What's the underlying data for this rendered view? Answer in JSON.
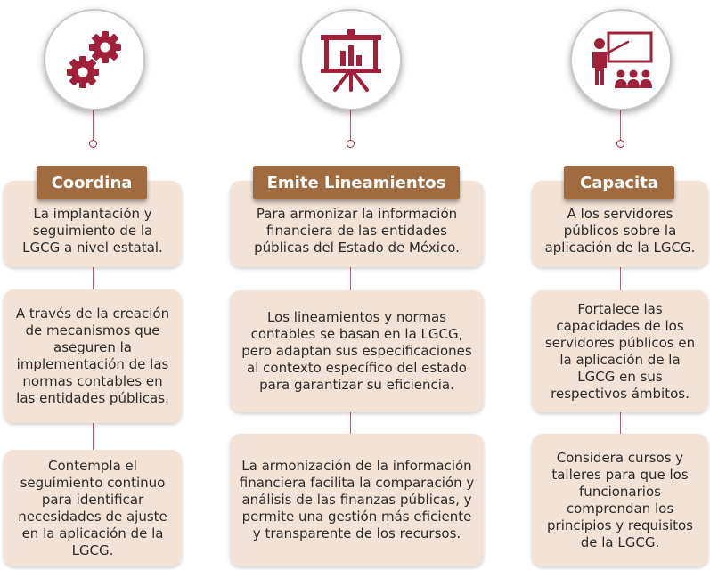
{
  "columns": [
    {
      "title": "Coordina",
      "icon": "gears-icon",
      "boxes": [
        "La implantación y seguimiento de la LGCG a nivel estatal.",
        "A través de la creación de mecanismos que aseguren la implementación de las normas contables en las entidades públicas.",
        "Contempla el seguimiento continuo para identificar necesidades de ajuste en la aplicación de la LGCG."
      ]
    },
    {
      "title": "Emite Lineamientos",
      "icon": "presentation-board-icon",
      "boxes": [
        "Para armonizar la información financiera de las entidades públicas del Estado de México.",
        "Los lineamientos y normas contables se basan en la LGCG, pero adaptan sus especificaciones al contexto específico del estado para garantizar su eficiencia.",
        "La armonización de la información financiera facilita la comparación y análisis de las finanzas públicas, y permite una gestión más eficiente y transparente de los recursos."
      ]
    },
    {
      "title": "Capacita",
      "icon": "teacher-audience-icon",
      "boxes": [
        "A los servidores públicos sobre la aplicación de la LGCG.",
        "Fortalece las capacidades de los servidores públicos en la aplicación de la LGCG en sus respectivos ámbitos.",
        "Considera cursos y talleres para que los funcionarios comprendan los principios y requisitos de la LGCG."
      ]
    }
  ],
  "colors": {
    "accent": "#a0203a",
    "label_bg": "#a06b3e",
    "box_bg": "#f3e3d6"
  }
}
